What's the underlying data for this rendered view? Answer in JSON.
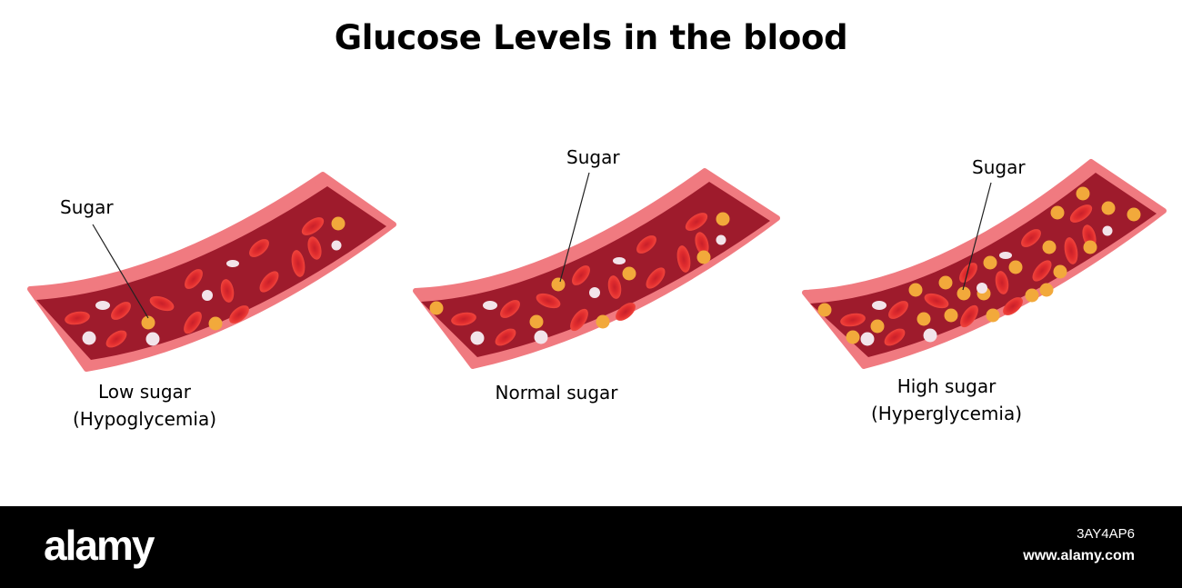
{
  "title": "Glucose Levels in the blood",
  "panels": [
    {
      "pointer_label": "Sugar",
      "caption_line1": "Low sugar",
      "caption_line2": "(Hypoglycemia)"
    },
    {
      "pointer_label": "Sugar",
      "caption_line1": "Normal sugar",
      "caption_line2": ""
    },
    {
      "pointer_label": "Sugar",
      "caption_line1": "High sugar",
      "caption_line2": "(Hyperglycemia)"
    }
  ],
  "footer": {
    "logo": "alamy",
    "image_id": "3AY4AP6",
    "site": "www.alamy.com"
  },
  "colors": {
    "vessel_wall": "#f07a80",
    "vessel_interior": "#9e1b2c",
    "red_cell": "#e9302f",
    "red_cell_center": "#c8202a",
    "sugar_molecule": "#f2a93b",
    "white_particle": "#f2e4ea"
  }
}
